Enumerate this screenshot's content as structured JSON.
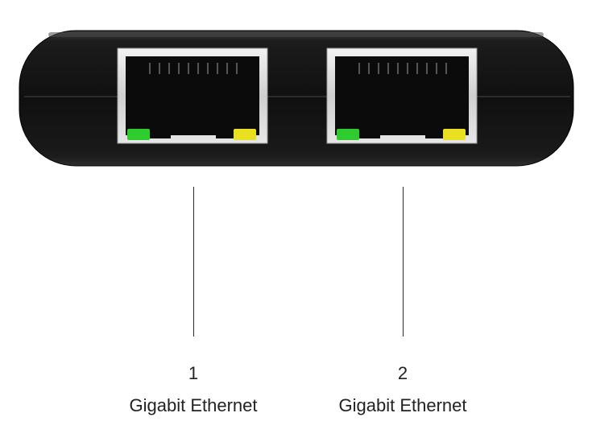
{
  "device": {
    "body_color": "#141414",
    "port_frame_color": "#d8d8d8",
    "led_link_color": "#2ecc2e",
    "led_activity_color": "#e8e020"
  },
  "ports": [
    {
      "number": "1",
      "label": "Gigabit Ethernet"
    },
    {
      "number": "2",
      "label": "Gigabit Ethernet"
    }
  ]
}
